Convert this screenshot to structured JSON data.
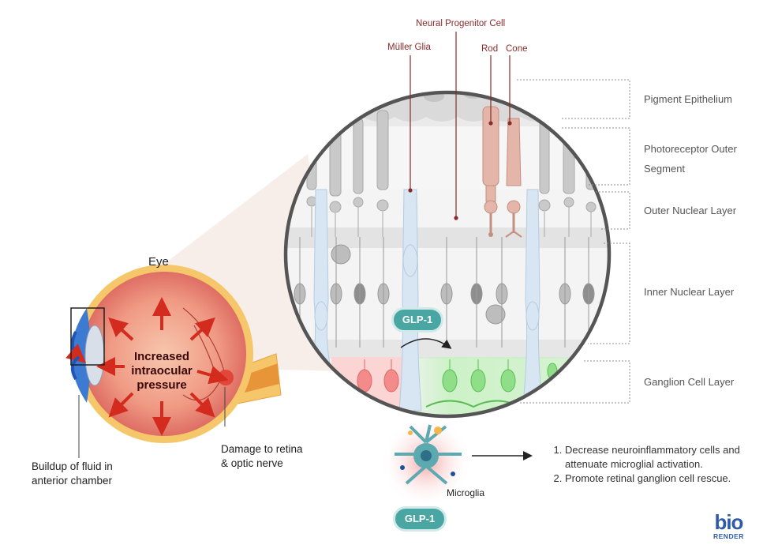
{
  "retina": {
    "top_labels": {
      "neural_progenitor": "Neural Progenitor Cell",
      "muller": "Müller Glia",
      "rod": "Rod",
      "cone": "Cone"
    },
    "layers": [
      "Pigment Epithelium",
      "Photoreceptor Outer Segment",
      "Outer Nuclear Layer",
      "Inner Nuclear Layer",
      "Ganglion Cell Layer"
    ],
    "glp1_label": "GLP-1"
  },
  "eye": {
    "title": "Eye",
    "pressure_lines": [
      "Increased",
      "intraocular",
      "pressure"
    ],
    "fluid_lines": [
      "Buildup of fluid in",
      "anterior chamber"
    ],
    "damage_lines": [
      "Damage to retina",
      "& optic nerve"
    ]
  },
  "microglia": {
    "label": "Microglia",
    "glp1_label": "GLP-1"
  },
  "outcomes": [
    "Decrease neuroinflammatory cells and attenuate microglial activation.",
    "Promote retinal ganglion cell rescue."
  ],
  "logo": {
    "line1": "bio",
    "line2": "RENDER"
  },
  "colors": {
    "teal": "#4aa6a2",
    "label_red": "#8b2a2a",
    "rod_cone": "#d9a79a",
    "muller": "#cfe1ef",
    "ganglion_green": "#7fd67a",
    "ganglion_red": "#f07f80",
    "arrow_red": "#d42b1f",
    "logo_blue": "#2f5aa8"
  }
}
